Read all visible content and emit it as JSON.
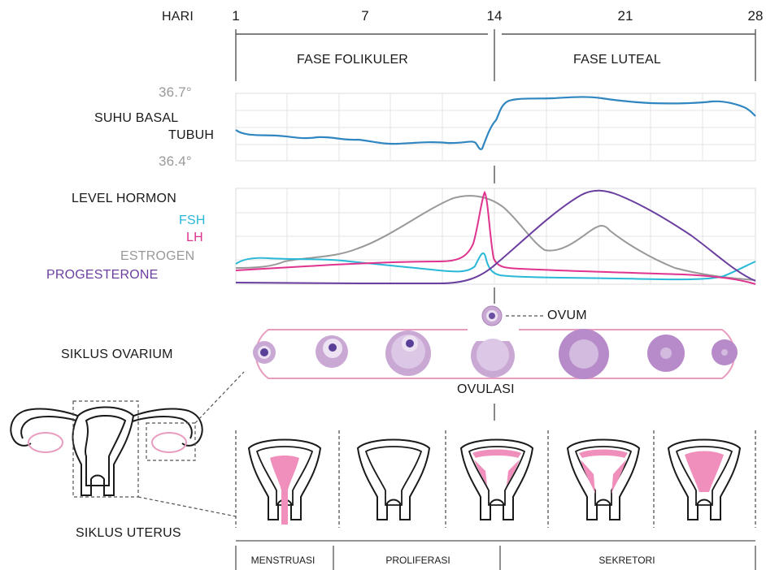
{
  "header": {
    "day_label": "HARI",
    "days": [
      "1",
      "7",
      "14",
      "21",
      "28"
    ]
  },
  "phases": {
    "follicular": "FASE FOLIKULER",
    "luteal": "FASE LUTEAL"
  },
  "temperature": {
    "title_line1": "SUHU BASAL",
    "title_line2": "TUBUH",
    "max_label": "36.7°",
    "min_label": "36.4°",
    "line_color": "#2f86c0"
  },
  "hormones": {
    "title": "LEVEL HORMON",
    "series": [
      {
        "name": "FSH",
        "color": "#29b8d8"
      },
      {
        "name": "LH",
        "color": "#e0338e"
      },
      {
        "name": "ESTROGEN",
        "color": "#999999"
      },
      {
        "name": "PROGESTERONE",
        "color": "#6b3fa0"
      }
    ]
  },
  "ovary": {
    "title": "SIKLUS OVARIUM",
    "ovum_label": "OVUM",
    "ovulation_label": "OVULASI"
  },
  "uterus": {
    "title": "SIKLUS UTERUS",
    "phases": [
      "MENSTRUASI",
      "PROLIFERASI",
      "SEKRETORI"
    ]
  }
}
